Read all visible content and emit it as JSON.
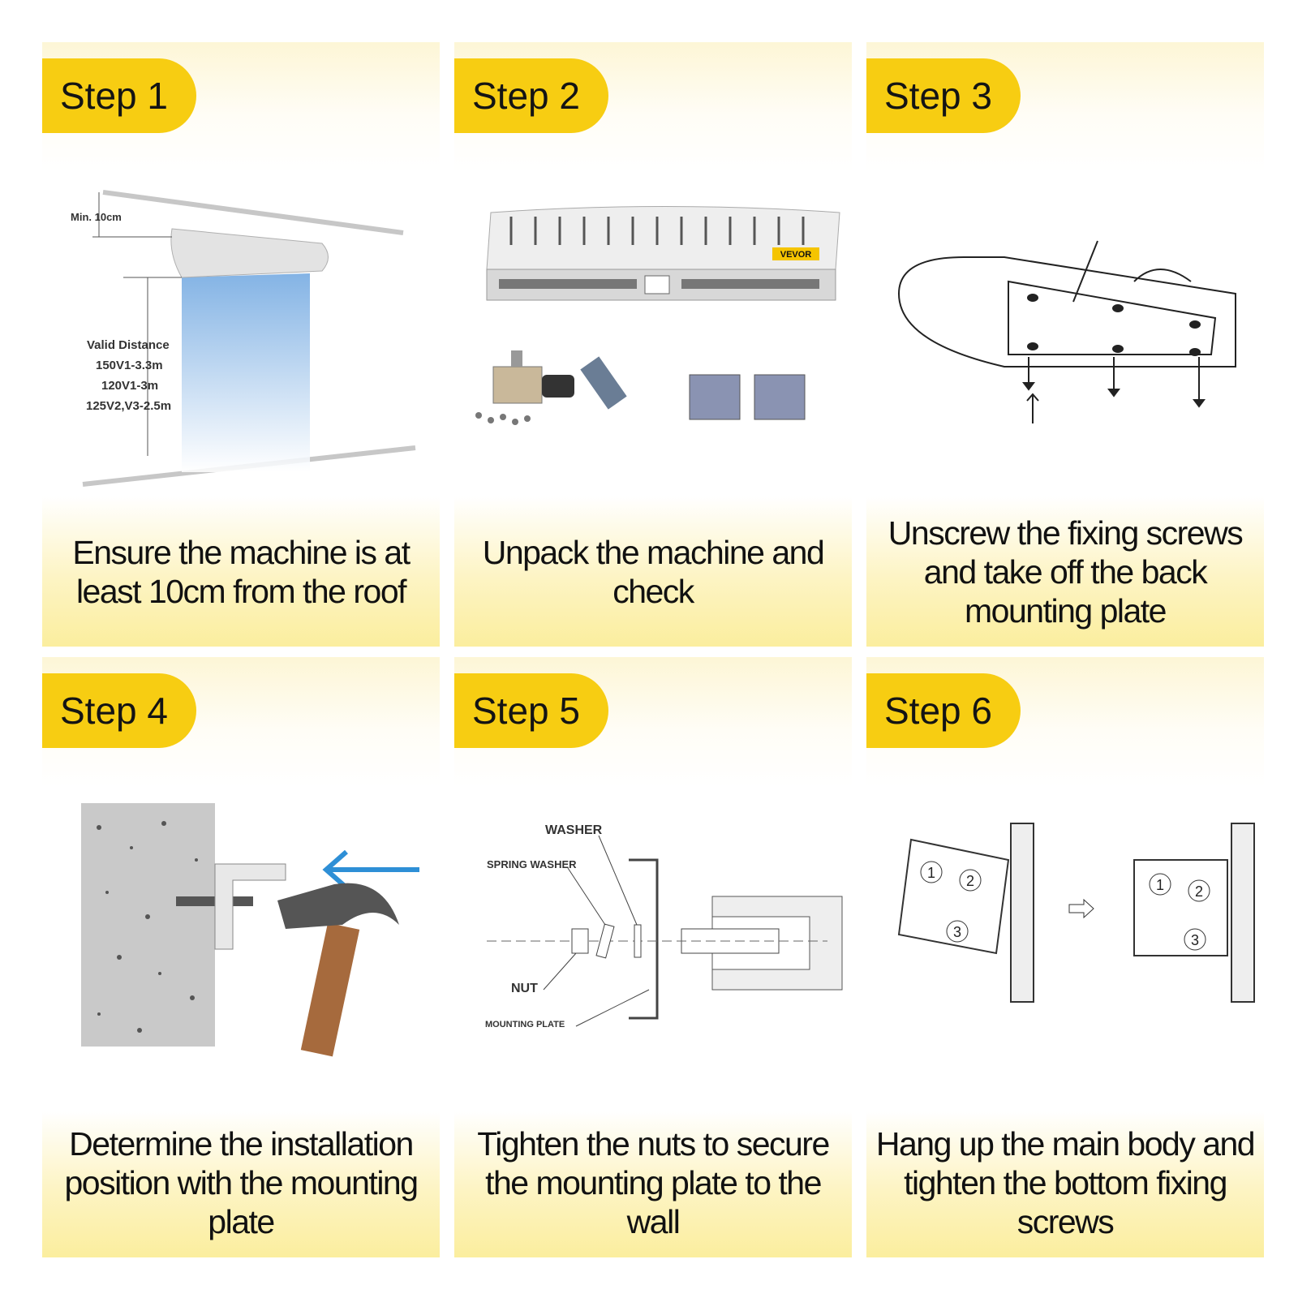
{
  "steps": [
    {
      "label": "Step 1",
      "caption": "Ensure the machine is at least 10cm from the roof",
      "figure": {
        "min_label": "Min. 10cm",
        "valid_title": "Valid Distance",
        "valid_lines": [
          "150V1-3.3m",
          "120V1-3m",
          "125V2,V3-2.5m"
        ]
      }
    },
    {
      "label": "Step 2",
      "caption": "Unpack the machine and check",
      "figure": {
        "brand": "VEVOR"
      }
    },
    {
      "label": "Step 3",
      "caption": "Unscrew the fixing screws and take off the back mounting plate"
    },
    {
      "label": "Step 4",
      "caption": "Determine the installation position with the mounting plate"
    },
    {
      "label": "Step 5",
      "caption": "Tighten the nuts to secure the mounting plate to the wall",
      "figure": {
        "washer": "WASHER",
        "spring_washer": "SPRING WASHER",
        "nut": "NUT",
        "mounting_plate": "MOUNTING PLATE"
      }
    },
    {
      "label": "Step 6",
      "caption": "Hang up the main body and tighten the bottom fixing screws",
      "figure": {
        "marks": [
          "1",
          "2",
          "3"
        ]
      }
    }
  ],
  "colors": {
    "accent": "#f7cd12",
    "caption_bg": "#fbee9e"
  }
}
